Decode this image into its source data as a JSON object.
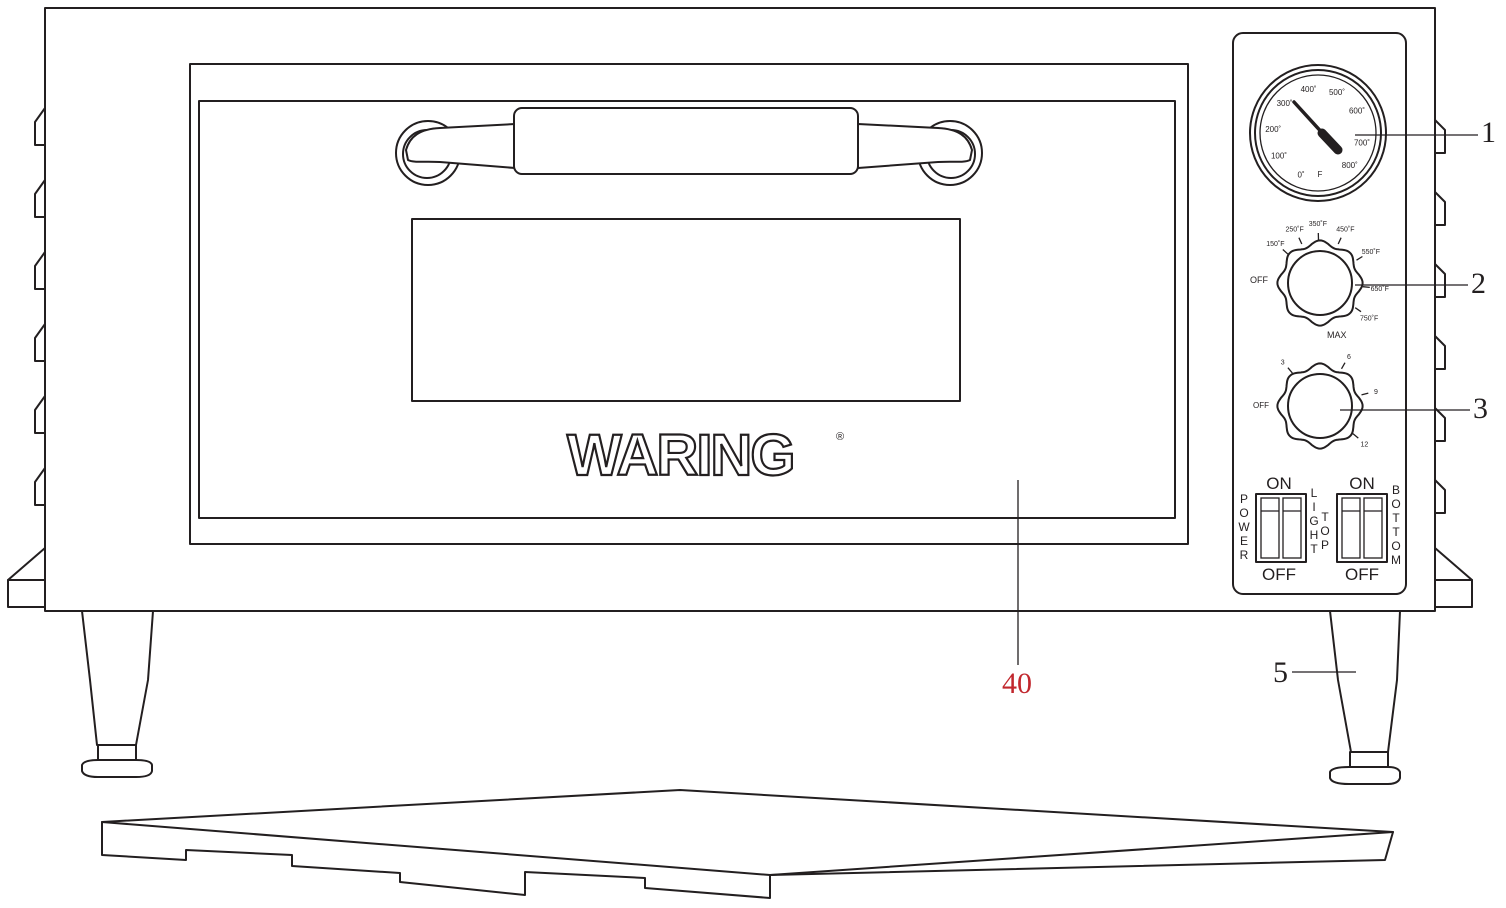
{
  "brand": {
    "logo_text": "WARING",
    "registered_mark": "®"
  },
  "callouts": [
    {
      "id": "temperature-gauge",
      "label": "1"
    },
    {
      "id": "temperature-knob",
      "label": "2"
    },
    {
      "id": "timer-knob",
      "label": "3"
    },
    {
      "id": "foot",
      "label": "5"
    },
    {
      "id": "door",
      "label": "40",
      "color": "#c1272d"
    }
  ],
  "gauge": {
    "scale": [
      "0˚",
      "100˚",
      "200˚",
      "300˚",
      "400˚",
      "500˚",
      "600˚",
      "700˚",
      "800˚"
    ],
    "unit": "F"
  },
  "temperature_knob": {
    "off_label": "OFF",
    "max_label": "MAX",
    "marks": [
      "150˚F",
      "250˚F",
      "350˚F",
      "450˚F",
      "550˚F",
      "650˚F",
      "750˚F"
    ]
  },
  "timer_knob": {
    "off_label": "OFF",
    "marks": [
      "3",
      "6",
      "9",
      "12"
    ]
  },
  "switches": {
    "left": {
      "on": "ON",
      "off": "OFF",
      "side_left": "POWER",
      "side_right": "LIGHT"
    },
    "right": {
      "on": "ON",
      "off": "OFF",
      "side_left": "TOP",
      "side_right": "BOTTOM"
    }
  },
  "colors": {
    "line": "#231f20",
    "callout_accent": "#c1272d",
    "background": "#ffffff"
  }
}
